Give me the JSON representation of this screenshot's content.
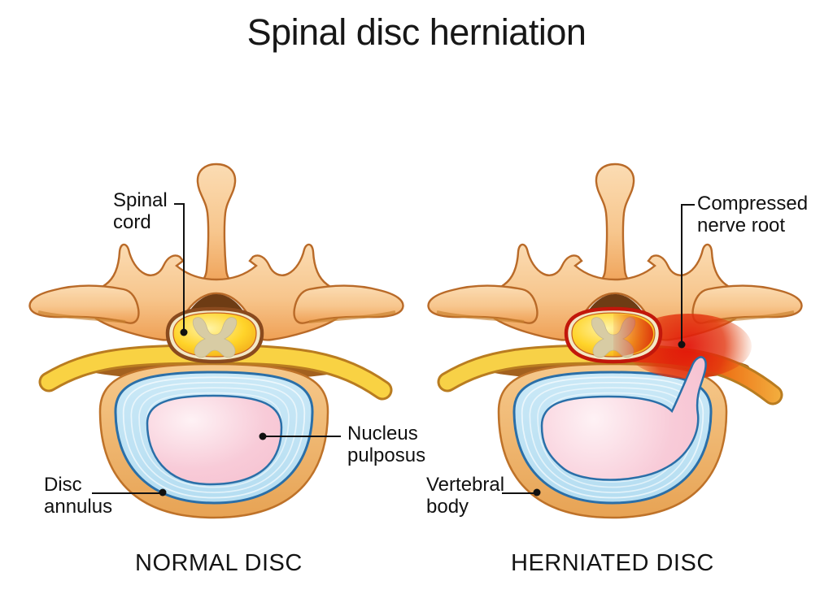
{
  "title": "Spinal disc herniation",
  "panels": [
    {
      "id": "normal",
      "caption": "NORMAL DISC"
    },
    {
      "id": "herniated",
      "caption": "HERNIATED DISC"
    }
  ],
  "labels": {
    "spinal_cord": "Spinal\ncord",
    "compressed_nerve_root": "Compressed\nnerve root",
    "nucleus_pulposus": "Nucleus\npulposus",
    "disc_annulus": "Disc\nannulus",
    "vertebral_body": "Vertebral\nbody"
  },
  "colors": {
    "background": "#FFFFFF",
    "bone": "#F1A45C",
    "bone_outline": "#B96A28",
    "ligament_yellow": "#F9D243",
    "spinal_cord_yellow": "#FFD42A",
    "gray_matter": "#D8CCA4",
    "annulus_blue": "#C9E8F6",
    "annulus_outline": "#2A6FA8",
    "nucleus_pink": "#F8CBD8",
    "vertebral_ring": "#F0B873",
    "inflamed_red": "#E2150A",
    "label_text": "#111111"
  }
}
